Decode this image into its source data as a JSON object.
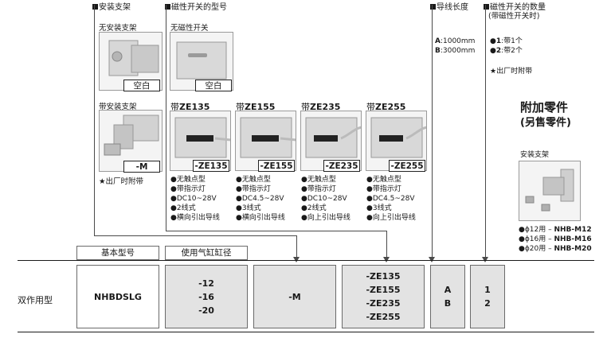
{
  "sections": {
    "mount": "安装支架",
    "switch_model": "磁性开关的型号",
    "lead_length": "导线长度",
    "switch_qty": "磁性开关的数量",
    "switch_qty_sub": "(带磁性开关时)"
  },
  "mount_options": {
    "none_label": "无安装支架",
    "none_tag": "空白",
    "with_label": "带安装支架",
    "with_tag": "-M",
    "note": "★出厂时附带"
  },
  "switch_none": {
    "label": "无磁性开关",
    "tag": "空白"
  },
  "switch_models": [
    {
      "prefix": "带",
      "name": "ZE135",
      "tag": "-ZE135",
      "features": [
        "●无触点型",
        "●带指示灯",
        "●DC10~28V",
        "●2线式",
        "●横向引出导线"
      ]
    },
    {
      "prefix": "带",
      "name": "ZE155",
      "tag": "-ZE155",
      "features": [
        "●无触点型",
        "●带指示灯",
        "●DC4.5~28V",
        "●3线式",
        "●横向引出导线"
      ]
    },
    {
      "prefix": "带",
      "name": "ZE235",
      "tag": "-ZE235",
      "features": [
        "●无触点型",
        "●带指示灯",
        "●DC10~28V",
        "●2线式",
        "●向上引出导线"
      ]
    },
    {
      "prefix": "带",
      "name": "ZE255",
      "tag": "-ZE255",
      "features": [
        "●无触点型",
        "●带指示灯",
        "●DC4.5~28V",
        "●3线式",
        "●向上引出导线"
      ]
    }
  ],
  "lead": {
    "a_key": "A",
    "a_val": ":1000mm",
    "b_key": "B",
    "b_val": ":3000mm"
  },
  "qty": {
    "one_key": "●1",
    "one_val": ":带1个",
    "two_key": "●2",
    "two_val": ":带2个",
    "note": "★出厂时附带"
  },
  "accessory": {
    "title1": "附加零件",
    "title2": "(另售零件)",
    "sub": "安装支架",
    "items": [
      {
        "prefix": "●ϕ12用 – ",
        "code": "NHB-M12"
      },
      {
        "prefix": "●ϕ16用 – ",
        "code": "NHB-M16"
      },
      {
        "prefix": "●ϕ20用 – ",
        "code": "NHB-M20"
      }
    ]
  },
  "table": {
    "col_base": "基本型号",
    "col_bore": "使用气缸缸径",
    "row_label": "双作用型",
    "base_model": "NHBDSLG",
    "bores": [
      "-12",
      "-16",
      "-20"
    ],
    "mount": "-M",
    "switches": [
      "-ZE135",
      "-ZE155",
      "-ZE235",
      "-ZE255"
    ],
    "leads": [
      "A",
      "B"
    ],
    "qtys": [
      "1",
      "2"
    ]
  }
}
